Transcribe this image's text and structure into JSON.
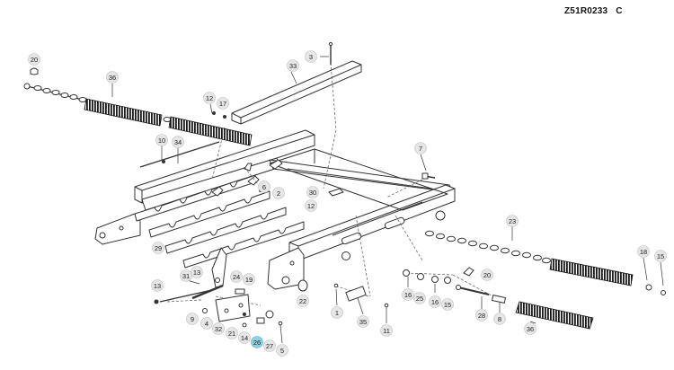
{
  "drawing": {
    "code": "Z51R0233",
    "revision": "C",
    "highlight_color": "#8ecfe0",
    "balloon_fill": "#e6e6e6",
    "line_color": "#333333"
  },
  "callouts": [
    {
      "id": "c20a",
      "label": "20"
    },
    {
      "id": "c36a",
      "label": "36"
    },
    {
      "id": "c3",
      "label": "3"
    },
    {
      "id": "c33",
      "label": "33"
    },
    {
      "id": "c12a",
      "label": "12"
    },
    {
      "id": "c17",
      "label": "17"
    },
    {
      "id": "c10",
      "label": "10"
    },
    {
      "id": "c34",
      "label": "34"
    },
    {
      "id": "c6",
      "label": "6"
    },
    {
      "id": "c2",
      "label": "2"
    },
    {
      "id": "c7",
      "label": "7"
    },
    {
      "id": "c30",
      "label": "30"
    },
    {
      "id": "c12b",
      "label": "12"
    },
    {
      "id": "c23",
      "label": "23"
    },
    {
      "id": "c29",
      "label": "29"
    },
    {
      "id": "c18",
      "label": "18"
    },
    {
      "id": "c15a",
      "label": "15"
    },
    {
      "id": "c20b",
      "label": "20"
    },
    {
      "id": "c31",
      "label": "31"
    },
    {
      "id": "c13a",
      "label": "13"
    },
    {
      "id": "c24",
      "label": "24"
    },
    {
      "id": "c19",
      "label": "19"
    },
    {
      "id": "c13b",
      "label": "13"
    },
    {
      "id": "c22",
      "label": "22"
    },
    {
      "id": "c1",
      "label": "1"
    },
    {
      "id": "c35",
      "label": "35"
    },
    {
      "id": "c11",
      "label": "11"
    },
    {
      "id": "c16a",
      "label": "16"
    },
    {
      "id": "c25",
      "label": "25"
    },
    {
      "id": "c16b",
      "label": "16"
    },
    {
      "id": "c15b",
      "label": "15"
    },
    {
      "id": "c28",
      "label": "28"
    },
    {
      "id": "c8",
      "label": "8"
    },
    {
      "id": "c36b",
      "label": "36"
    },
    {
      "id": "c9",
      "label": "9"
    },
    {
      "id": "c4",
      "label": "4"
    },
    {
      "id": "c32",
      "label": "32"
    },
    {
      "id": "c21",
      "label": "21"
    },
    {
      "id": "c14",
      "label": "14"
    },
    {
      "id": "c26",
      "label": "26",
      "highlighted": true
    },
    {
      "id": "c27",
      "label": "27"
    },
    {
      "id": "c5",
      "label": "5"
    }
  ]
}
